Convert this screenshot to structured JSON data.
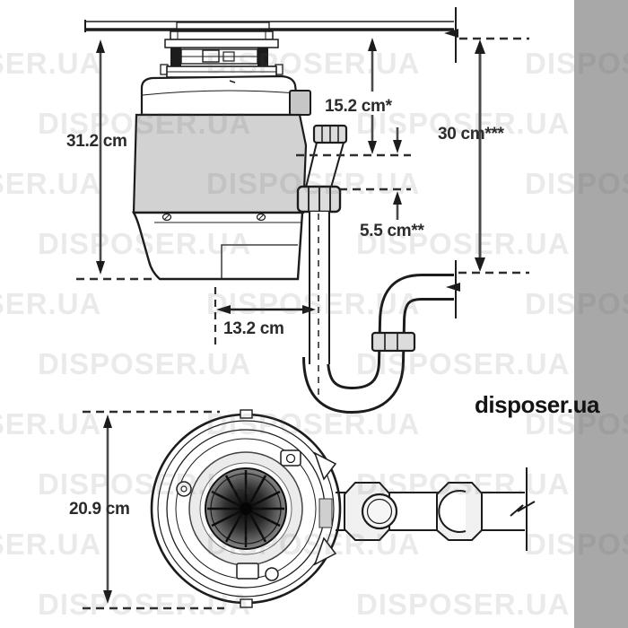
{
  "colors": {
    "background": "#ffffff",
    "side_band": "#a8a8a8",
    "body_gray": "#d2d2d2",
    "outlet_gray": "#c6c6c6",
    "fitting_gray": "#dcdcdc",
    "guard_ring_gray": "#ebebeb",
    "line": "#1c1c1c",
    "dim_line": "#4a4a4a",
    "dim_text": "#2b2b2b",
    "brand_text": "#141414",
    "watermark": "rgba(90,90,90,0.13)"
  },
  "watermark": {
    "text": "DISPOSER.UA"
  },
  "brand": {
    "label": "disposer.ua"
  },
  "diagram": {
    "side_view": {
      "labels": {
        "overall_height": "31.2 cm",
        "outlet_offset": "15.2 cm*",
        "trap_gap": "5.5 cm**",
        "drain_line_height": "30 cm***",
        "body_width": "13.2 cm"
      }
    },
    "top_view": {
      "labels": {
        "diameter": "20.9 cm"
      }
    }
  }
}
